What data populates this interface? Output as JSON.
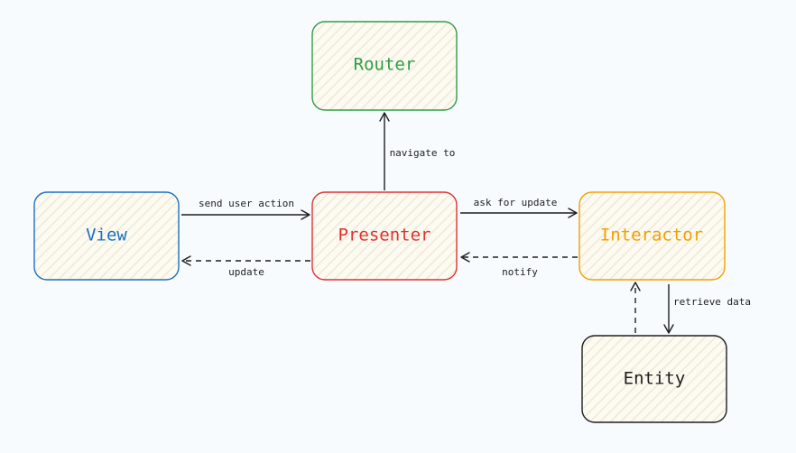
{
  "nodes": {
    "router": {
      "label": "Router",
      "color": "#2f9e44"
    },
    "view": {
      "label": "View",
      "color": "#1971c2"
    },
    "presenter": {
      "label": "Presenter",
      "color": "#e03131"
    },
    "interactor": {
      "label": "Interactor",
      "color": "#f59f00"
    },
    "entity": {
      "label": "Entity",
      "color": "#1e1e1e"
    }
  },
  "edges": {
    "navigate": {
      "label": "navigate to",
      "style": "solid"
    },
    "send_action": {
      "label": "send user action",
      "style": "solid"
    },
    "update": {
      "label": "update",
      "style": "dashed"
    },
    "ask_update": {
      "label": "ask for update",
      "style": "solid"
    },
    "notify": {
      "label": "notify",
      "style": "dashed"
    },
    "retrieve": {
      "label": "retrieve data",
      "style": "solid"
    },
    "entity_up": {
      "label": "",
      "style": "dashed"
    }
  },
  "fill_color": "#fbf9ee"
}
